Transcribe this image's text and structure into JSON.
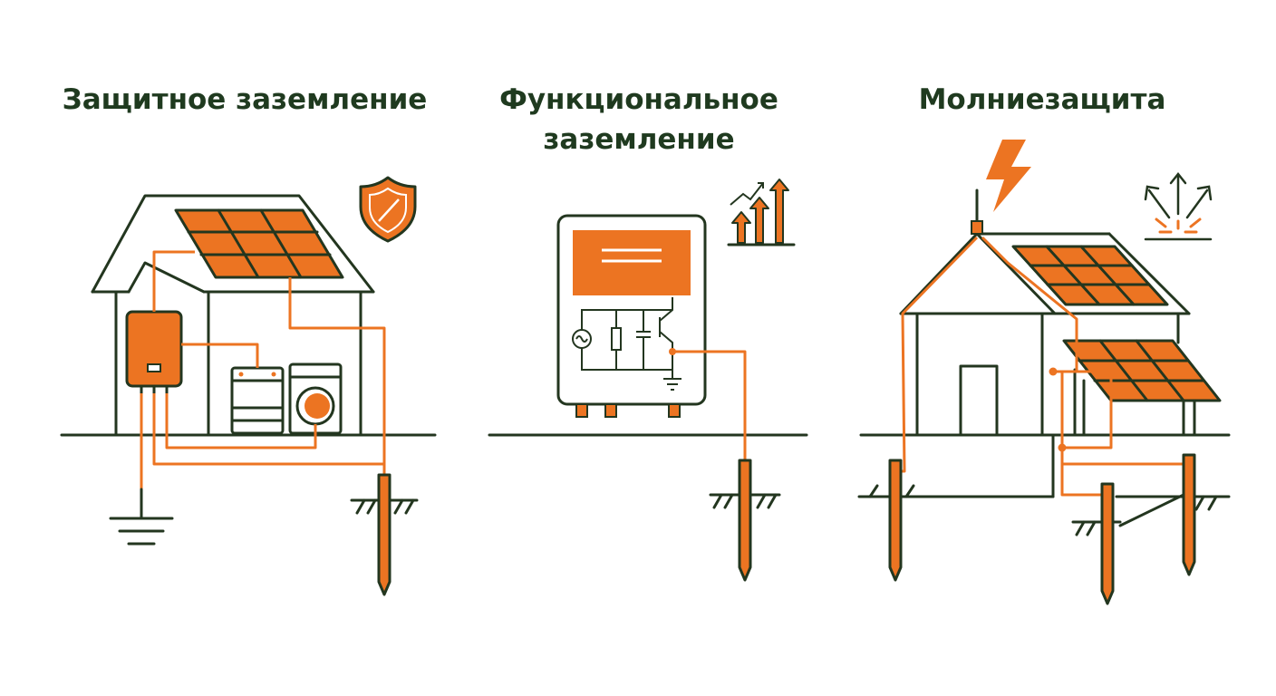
{
  "panels": [
    {
      "title": "Защитное заземление"
    },
    {
      "title": "Функциональное заземление"
    },
    {
      "title": "Молниезащита"
    }
  ],
  "colors": {
    "accent": "#ec7422",
    "line": "#23361f",
    "text": "#1f3a1f",
    "background": "#ffffff"
  },
  "icons": [
    "shield-icon",
    "rising-arrows-icon",
    "lightning-bolt-icon",
    "burst-arrows-icon",
    "ground-symbol-icon"
  ]
}
